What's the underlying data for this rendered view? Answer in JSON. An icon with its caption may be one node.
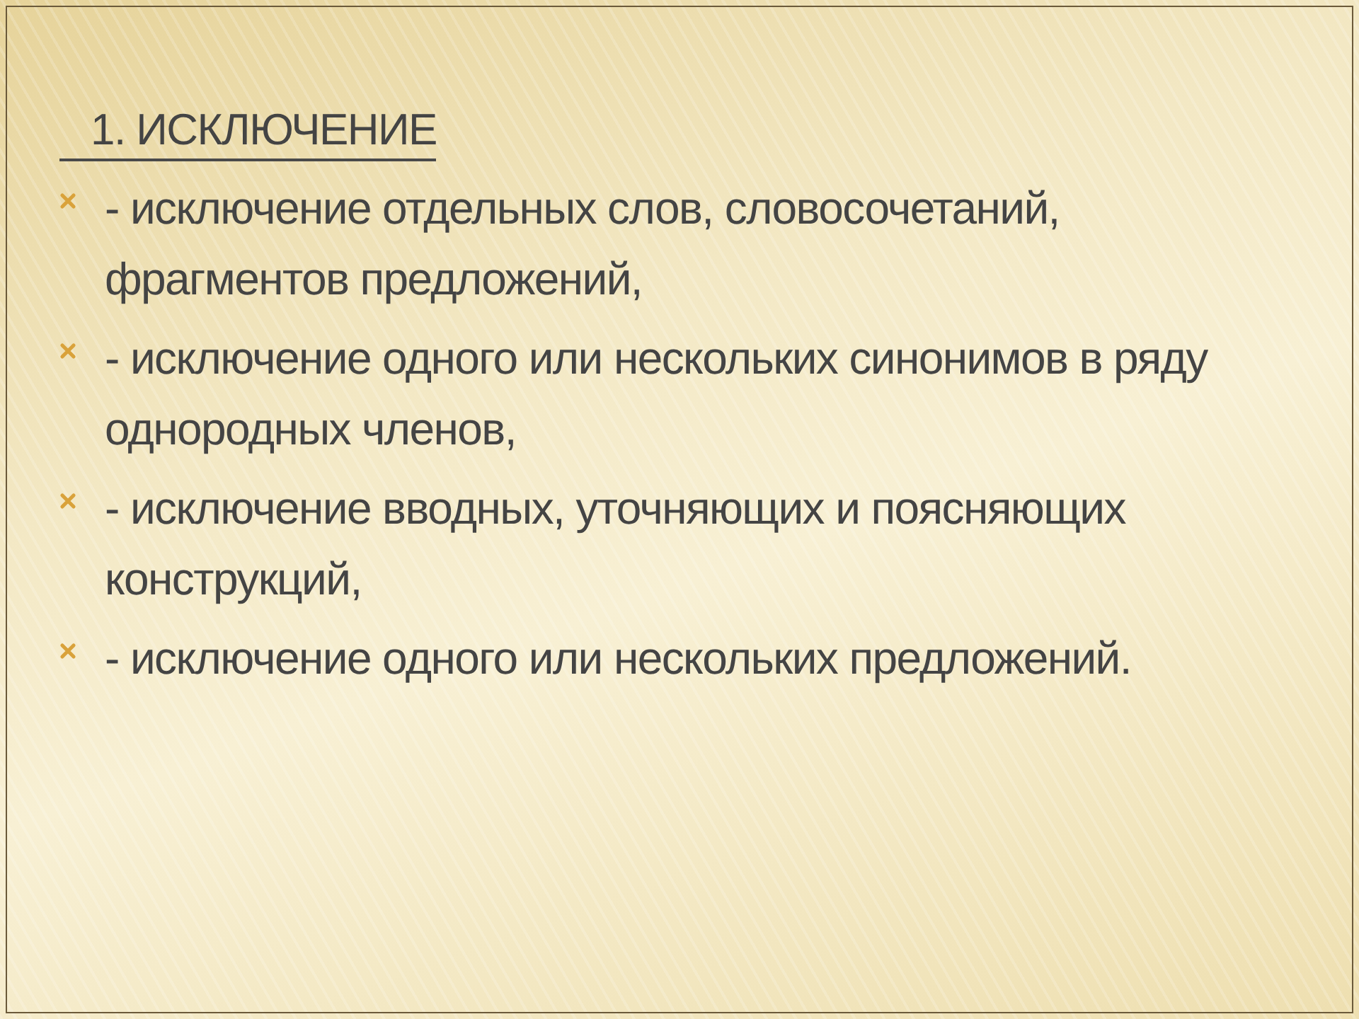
{
  "diagram": {
    "title": "1. ИСКЛЮЧЕНИЕ",
    "labels": [
      "- исключение отдельных слов, словосочетаний, фрагментов предложений,",
      "- исключение одного или нескольких синонимов в ряду однородных членов,",
      "- исключение вводных, уточняющих и поясняющих конструкций,",
      "- исключение одного или нескольких предложений."
    ]
  }
}
